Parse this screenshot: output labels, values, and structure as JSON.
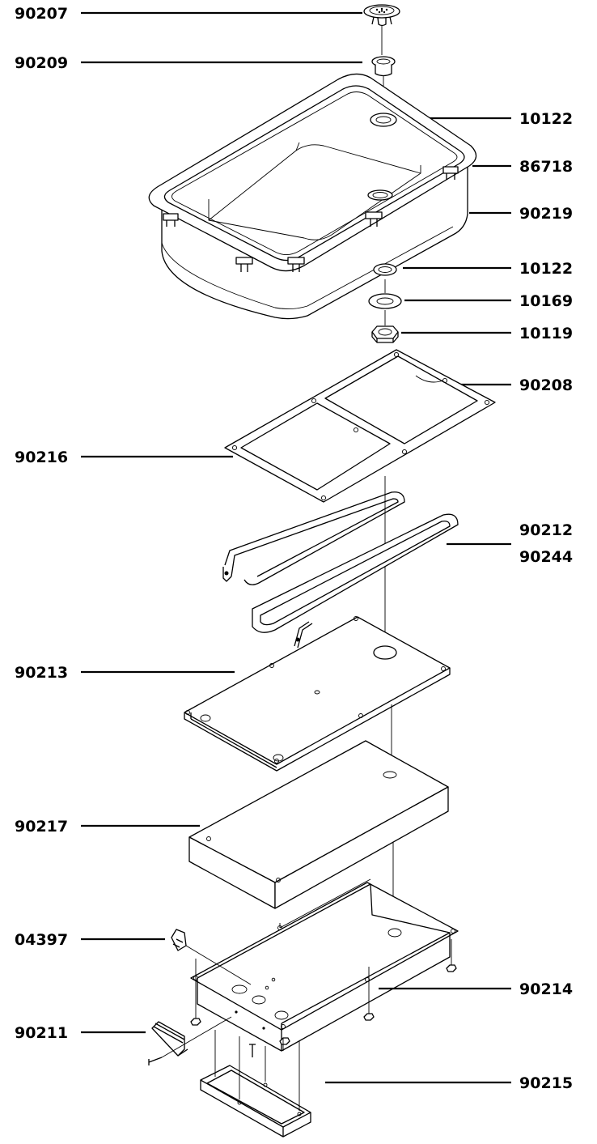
{
  "callouts": [
    {
      "id": "90207"
    },
    {
      "id": "90209"
    },
    {
      "id": "10122"
    },
    {
      "id": "86718"
    },
    {
      "id": "90219"
    },
    {
      "id": "10122"
    },
    {
      "id": "10169"
    },
    {
      "id": "10119"
    },
    {
      "id": "90208"
    },
    {
      "id": "90216"
    },
    {
      "id": "90212"
    },
    {
      "id": "90244"
    },
    {
      "id": "90213"
    },
    {
      "id": "90217"
    },
    {
      "id": "04397"
    },
    {
      "id": "90214"
    },
    {
      "id": "90211"
    },
    {
      "id": "90215"
    }
  ]
}
